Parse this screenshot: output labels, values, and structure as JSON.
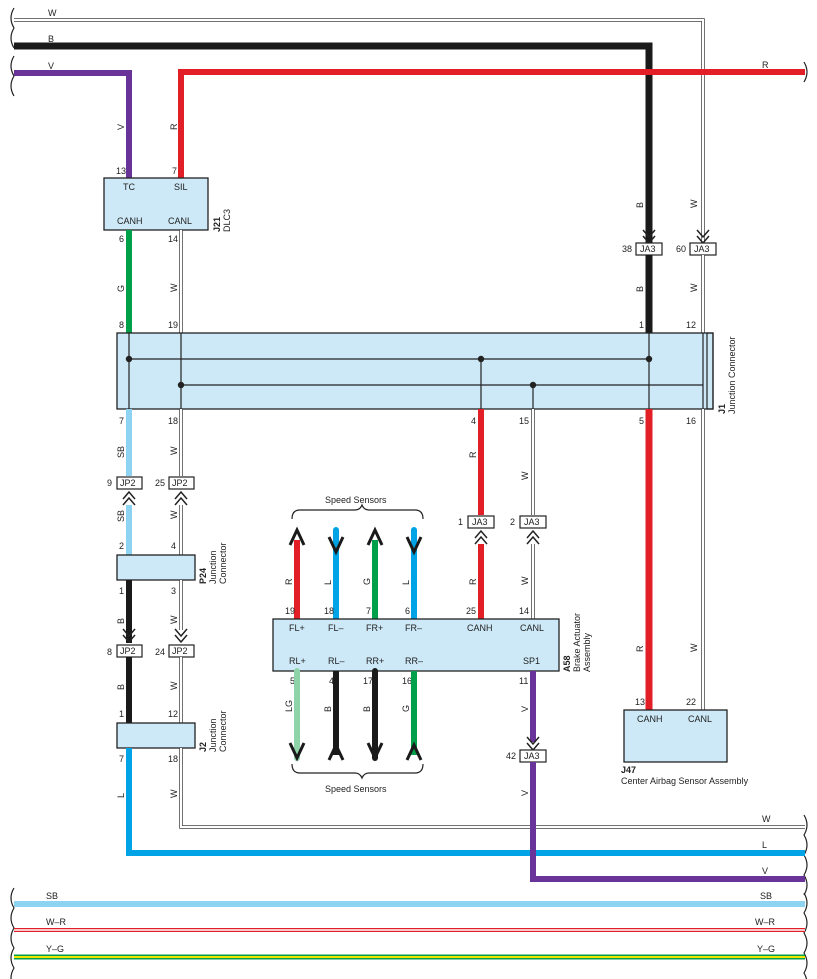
{
  "colors": {
    "W": "#ffffff",
    "B": "#1a1a1a",
    "V": "#6a3399",
    "R": "#e21f26",
    "G": "#00a04a",
    "SB": "#8fd3f3",
    "L": "#00a3e6",
    "LG": "#8fd3a8",
    "box_fill": "#cde9f7"
  },
  "top_wires": {
    "w": "W",
    "b": "B",
    "v": "V",
    "r": "R"
  },
  "bottom_wires": {
    "sb": "SB",
    "wr": "W–R",
    "yg": "Y–G"
  },
  "right_wires": {
    "w": "W",
    "l": "L",
    "v": "V"
  },
  "j21": {
    "id": "J21",
    "name": "DLC3",
    "pins": {
      "p13": "13",
      "p7": "7",
      "p6": "6",
      "p14": "14"
    },
    "terms": {
      "tc": "TC",
      "sil": "SIL",
      "canh": "CANH",
      "canl": "CANL"
    }
  },
  "j1": {
    "id": "J1",
    "name": "Junction Connector",
    "pins": {
      "p8": "8",
      "p19": "19",
      "p1": "1",
      "p12": "12",
      "p7": "7",
      "p18": "18",
      "p4": "4",
      "p15": "15",
      "p5": "5",
      "p16": "16"
    }
  },
  "p24": {
    "id": "P24",
    "name1": "Junction",
    "name2": "Connector",
    "pins": {
      "p2": "2",
      "p4": "4",
      "p1": "1",
      "p3": "3"
    }
  },
  "j2": {
    "id": "J2",
    "name1": "Junction",
    "name2": "Connector",
    "pins": {
      "p1": "1",
      "p12": "12",
      "p7": "7",
      "p18": "18"
    }
  },
  "a58": {
    "id": "A58",
    "name1": "Brake Actuator",
    "name2": "Assembly",
    "top_pins": {
      "p19": "19",
      "p18": "18",
      "p7": "7",
      "p6": "6",
      "p25": "25",
      "p14": "14"
    },
    "top_terms": {
      "flp": "FL+",
      "flm": "FL–",
      "frp": "FR+",
      "frm": "FR–",
      "canh": "CANH",
      "canl": "CANL"
    },
    "bot_pins": {
      "p5": "5",
      "p4": "4",
      "p17": "17",
      "p16": "16",
      "p11": "11"
    },
    "bot_terms": {
      "rlp": "RL+",
      "rlm": "RL–",
      "rrp": "RR+",
      "rrm": "RR–",
      "sp1": "SP1"
    }
  },
  "j47": {
    "id": "J47",
    "name": "Center Airbag Sensor Assembly",
    "pins": {
      "p13": "13",
      "p22": "22"
    },
    "terms": {
      "canh": "CANH",
      "canl": "CANL"
    }
  },
  "speed_sensors": "Speed Sensors",
  "tags": {
    "ja3_38": {
      "pin": "38",
      "name": "JA3"
    },
    "ja3_60": {
      "pin": "60",
      "name": "JA3"
    },
    "jp2_9": {
      "pin": "9",
      "name": "JP2"
    },
    "jp2_25": {
      "pin": "25",
      "name": "JP2"
    },
    "ja3_1": {
      "pin": "1",
      "name": "JA3"
    },
    "ja3_2": {
      "pin": "2",
      "name": "JA3"
    },
    "jp2_8": {
      "pin": "8",
      "name": "JP2"
    },
    "jp2_24": {
      "pin": "24",
      "name": "JP2"
    },
    "ja3_42": {
      "pin": "42",
      "name": "JA3"
    }
  },
  "wire_labels": {
    "v1": "V",
    "r1": "R",
    "g1": "G",
    "w1": "W",
    "b_ja3": "B",
    "w_ja3": "W",
    "b2": "B",
    "w2": "W",
    "sb1": "SB",
    "w3": "W",
    "r4": "R",
    "w15": "W",
    "sb2": "SB",
    "w4": "W",
    "r_fl": "R",
    "l_fl": "L",
    "g_fr": "G",
    "l_fr": "L",
    "r25": "R",
    "w14": "W",
    "b5": "B",
    "w6": "W",
    "lg": "LG",
    "b_rl": "B",
    "b_rr": "B",
    "g_rr": "G",
    "v11": "V",
    "r13": "R",
    "w22": "W",
    "l7": "L",
    "w18": "W",
    "v42": "V"
  }
}
